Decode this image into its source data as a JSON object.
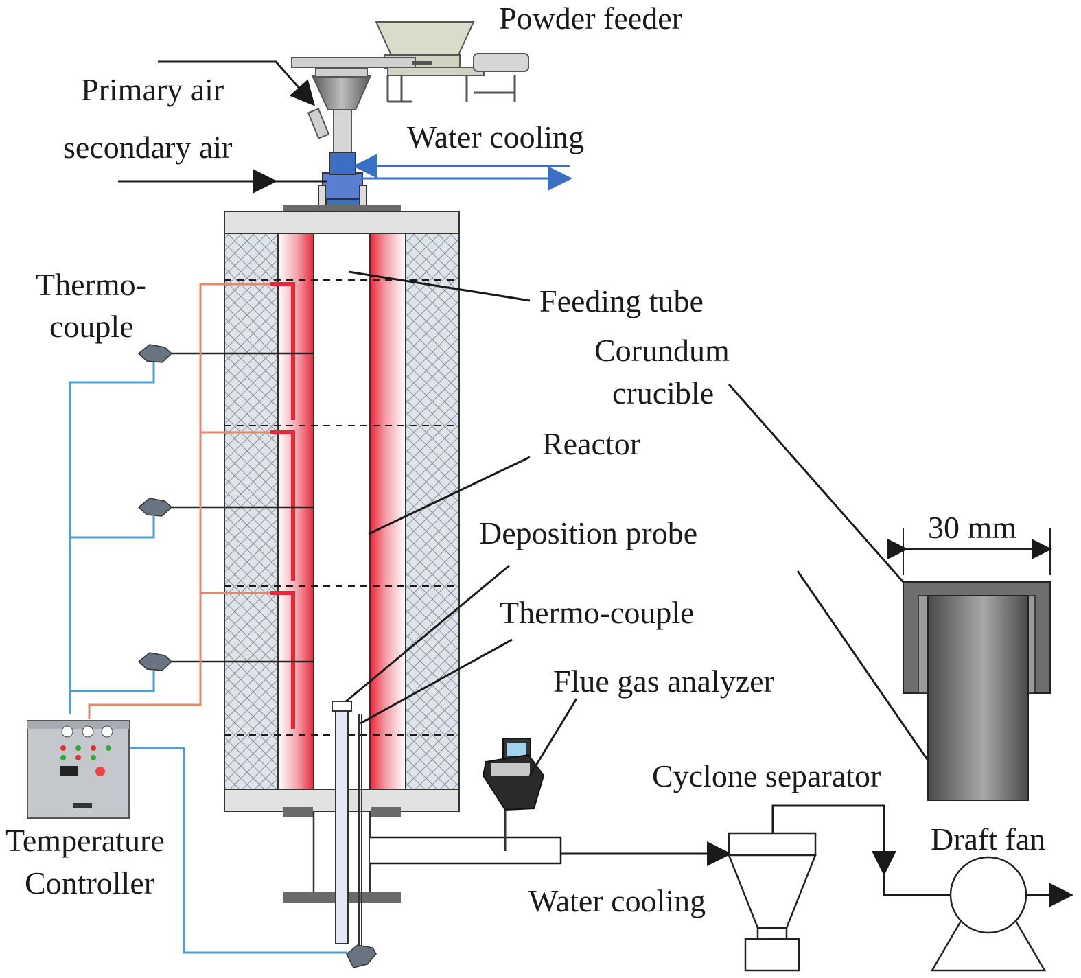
{
  "labels": {
    "powder_feeder": "Powder feeder",
    "primary_air": "Primary air",
    "secondary_air": "secondary air",
    "water_cooling_top": "Water cooling",
    "thermocouple_left_line1": "Thermo-",
    "thermocouple_left_line2": "couple",
    "feeding_tube": "Feeding tube",
    "corundum_crucible_line1": "Corundum",
    "corundum_crucible_line2": "crucible",
    "reactor": "Reactor",
    "deposition_probe": "Deposition probe",
    "thermocouple_probe": "Thermo-couple",
    "flue_gas_analyzer": "Flue gas analyzer",
    "cyclone_separator": "Cyclone separator",
    "draft_fan": "Draft fan",
    "water_cooling_bottom": "Water cooling",
    "temperature_controller_line1": "Temperature",
    "temperature_controller_line2": "Controller",
    "crucible_dimension": "30 mm"
  },
  "colors": {
    "heater_red": "#e8283a",
    "insulation": "#d6dae2",
    "water_arrow": "#3a6fc4",
    "control_wire_blue": "#4a9fd8",
    "thermo_wire_orange": "#e8866a",
    "crucible_gray": "#6e6e6e",
    "cover_gray": "#e2e2e2"
  },
  "icons": {
    "thermocouple_head": "thermocouple-head-icon",
    "fan": "draft-fan-icon",
    "analyzer": "flue-gas-analyzer-icon",
    "controller": "temperature-controller-icon"
  }
}
